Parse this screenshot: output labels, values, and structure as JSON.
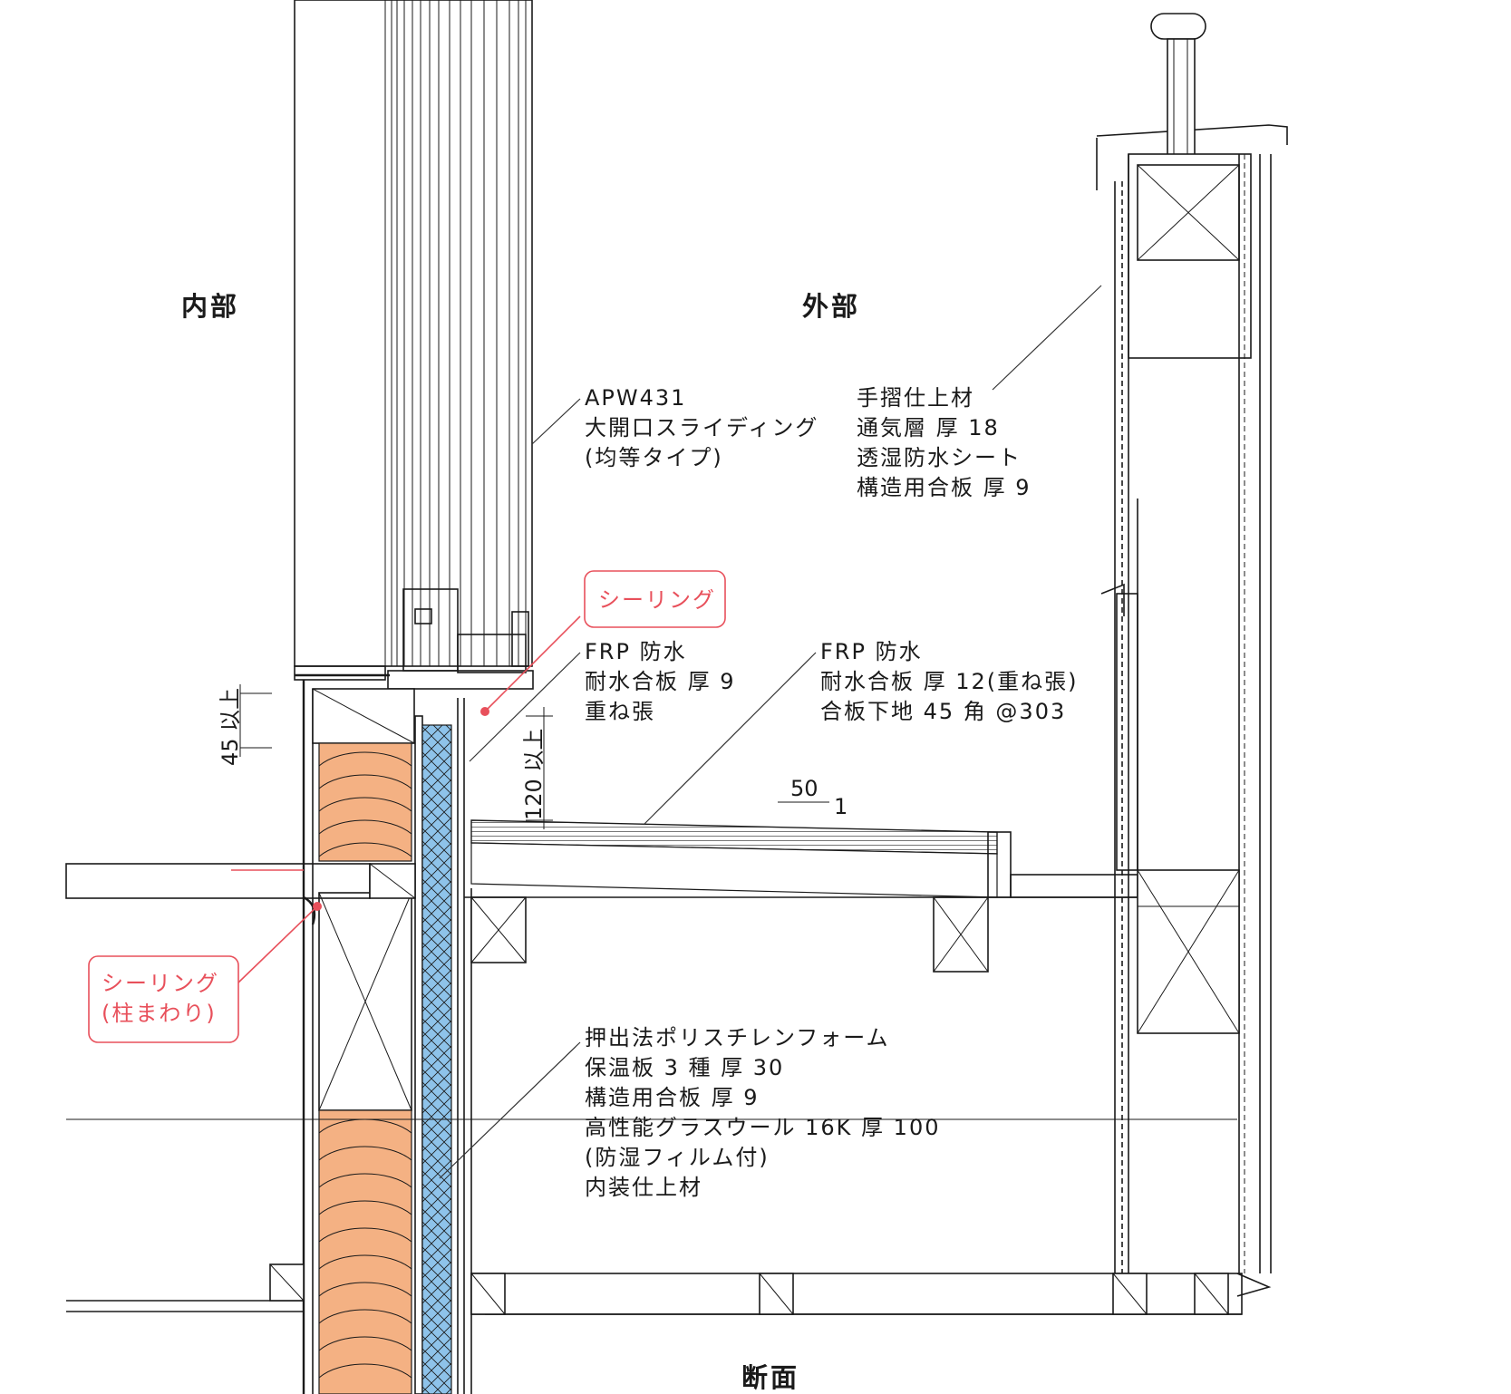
{
  "labels": {
    "interior": "内部",
    "exterior": "外部",
    "section": "断面"
  },
  "window_note": [
    "APW431",
    "大開口スライディング",
    "(均等タイプ)"
  ],
  "handrail_note": [
    "手摺仕上材",
    "通気層 厚 18",
    "透湿防水シート",
    "構造用合板 厚 9"
  ],
  "frp_left_note": [
    "FRP 防水",
    "耐水合板 厚 9",
    "重ね張"
  ],
  "frp_right_note": [
    "FRP 防水",
    "耐水合板 厚 12(重ね張)",
    "合板下地 45 角 @303"
  ],
  "wall_note": [
    "押出法ポリスチレンフォーム",
    "保温板 3 種 厚 30",
    "構造用合板 厚 9",
    "高性能グラスウール 16K 厚 100",
    "(防湿フィルム付)",
    "内装仕上材"
  ],
  "sealing_top": "シーリング",
  "sealing_left": [
    "シーリング",
    "(柱まわり)"
  ],
  "dimensions": {
    "d45": "45 以上",
    "d120": "120 以上",
    "slope_num": "50",
    "slope_den": "1"
  },
  "colors": {
    "insulation": "#f4b183",
    "foam": "#8ec3ea",
    "accent": "#e8505b",
    "line": "#1a1a1a"
  }
}
